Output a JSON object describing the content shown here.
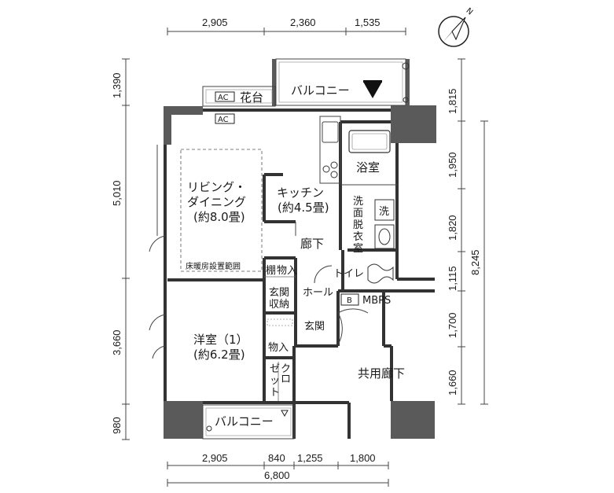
{
  "dimensions": {
    "top": [
      "2,905",
      "2,360",
      "1,535"
    ],
    "bottom": [
      "2,905",
      "840",
      "1,255",
      "1,800"
    ],
    "bottom_total": "6,800",
    "left": [
      "1,390",
      "5,010",
      "3,660",
      "980"
    ],
    "right": [
      "1,815",
      "1,950",
      "1,820",
      "1,115",
      "1,700",
      "1,660"
    ],
    "right_total": "8,245"
  },
  "rooms": {
    "balcony_top": "バルコニー",
    "flower_bed": "花台",
    "ac_top": "AC",
    "ac_mid": "AC",
    "living_line1": "リビング・",
    "living_line2": "ダイニング",
    "living_line3": "(約8.0畳)",
    "floor_heating": "床暖房設置範囲",
    "kitchen_line1": "キッチン",
    "kitchen_line2": "(約4.5畳)",
    "bath": "浴室",
    "washroom": [
      "洗",
      "面",
      "脱",
      "衣",
      "室"
    ],
    "washer": "洗",
    "corridor": "廊下",
    "shelf": "棚",
    "storage_upper": "物入",
    "toilet": "トイレ",
    "hall": "ホール",
    "entrance_storage_1": "玄関",
    "entrance_storage_2": "収納",
    "entrance": "玄関",
    "mbps_b": "B",
    "mbps": "MBPS",
    "bedroom_line1": "洋室（1）",
    "bedroom_line2": "(約6.2畳)",
    "storage_lower": "物入",
    "closet": [
      "ゼ",
      "ク",
      "ッ",
      "ト"
    ],
    "closet_top": "ロ",
    "public_corridor": "共用廊下",
    "balcony_bottom": "バルコニー"
  },
  "compass": {
    "north": "N"
  }
}
